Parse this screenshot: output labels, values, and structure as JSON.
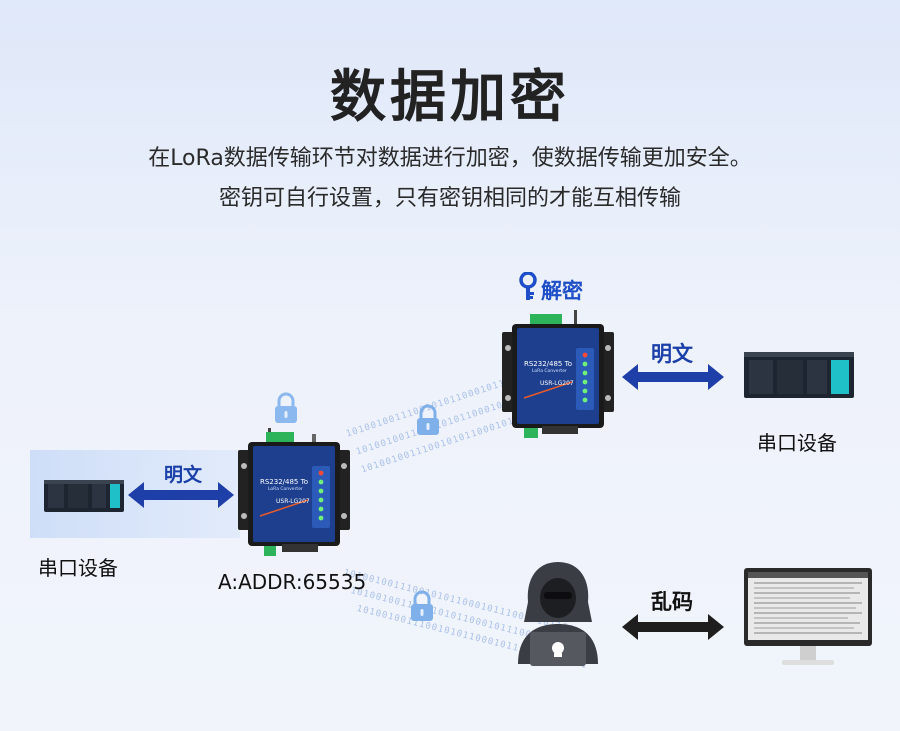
{
  "title": "数据加密",
  "subtitle_line1": "在LoRa数据传输环节对数据进行加密，使数据传输更加安全。",
  "subtitle_line2": "密钥可自行设置，只有密钥相同的才能互相传输",
  "decrypt_label": "解密",
  "left_link_label": "明文",
  "right_link_label": "明文",
  "hacker_link_label": "乱码",
  "left_device_label": "串口设备",
  "right_device_label": "串口设备",
  "address_label": "A:ADDR:65535",
  "gateway_text": {
    "line1": "RS232/485 To",
    "line2": "LoRa Converter",
    "model": "USR-LG207"
  },
  "binary_stream": "1010010011100101011000101110010101101",
  "colors": {
    "plain_arrow": "#1f3fa8",
    "garbled_arrow": "#1e1e1e",
    "device_blue": "#1d3f8e",
    "lock_blue": "#7fb0ea"
  },
  "icons": {
    "decrypt": "key-icon",
    "lock": "lock-icon",
    "hacker": "hacker-icon",
    "monitor": "monitor-icon",
    "plc": "plc-device-icon"
  }
}
